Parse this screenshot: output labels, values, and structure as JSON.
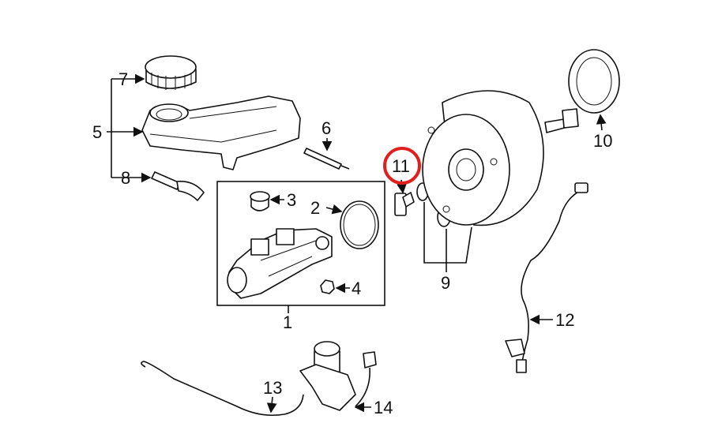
{
  "diagram": {
    "highlight_color": "#e0201e",
    "highlighted_part": "11",
    "callouts": {
      "p1": "1",
      "p2": "2",
      "p3": "3",
      "p4": "4",
      "p5": "5",
      "p6": "6",
      "p7": "7",
      "p8": "8",
      "p9": "9",
      "p10": "10",
      "p11": "11",
      "p12": "12",
      "p13": "13",
      "p14": "14"
    }
  }
}
